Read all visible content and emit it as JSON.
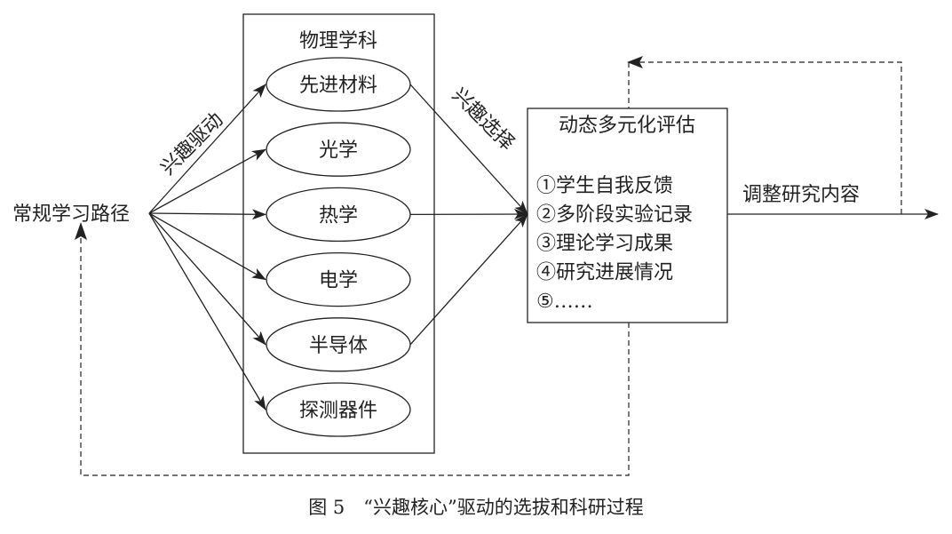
{
  "diagram": {
    "start_label": "常规学习路径",
    "subject_box": {
      "title": "物理学科",
      "items": [
        "先进材料",
        "光学",
        "热学",
        "电学",
        "半导体",
        "探测器件"
      ]
    },
    "drive_label": "兴趣驱动",
    "select_label": "兴趣选择",
    "evaluation": {
      "title": "动态多元化评估",
      "items": [
        "①学生自我反馈",
        "②多阶段实验记录",
        "③理论学习成果",
        "④研究进展情况",
        "⑤……"
      ]
    },
    "output_label": "调整研究内容",
    "caption": "图 5　“兴趣核心”驱动的选拔和科研过程"
  }
}
